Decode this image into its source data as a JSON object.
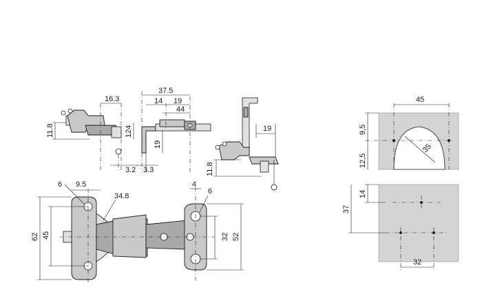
{
  "side_view_left": {
    "dims": {
      "d16_3": "16.3",
      "d11_8": "11.8",
      "d124": "124",
      "d3_2": "3.2"
    }
  },
  "side_view_center": {
    "dims": {
      "d37_5": "37.5",
      "d14": "14",
      "d19a": "19",
      "d44": "44",
      "d19b": "19",
      "d3_3": "3.3"
    }
  },
  "side_view_right": {
    "dims": {
      "d19": "19",
      "d11_8": "11.8"
    }
  },
  "top_view": {
    "dims": {
      "d6a": "6",
      "d9_5": "9.5",
      "d34_8": "34.8",
      "d4": "4",
      "d6b": "6",
      "d62": "62",
      "d45": "45",
      "d32": "32",
      "d52": "52"
    }
  },
  "drilling_cup": {
    "dims": {
      "d45": "45",
      "d9_5": "9,5",
      "d35": "35",
      "d12_5": "12,5"
    }
  },
  "drilling_plate": {
    "dims": {
      "d14": "14",
      "d37": "37",
      "d32": "32"
    }
  }
}
